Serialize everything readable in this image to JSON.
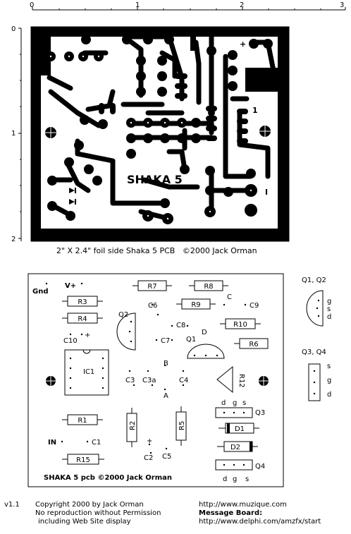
{
  "ruler": {
    "top_ticks": [
      "0",
      "1",
      "2",
      "3"
    ],
    "left_ticks": [
      "0",
      "1",
      "2"
    ]
  },
  "foil": {
    "board_label": "SHAKA 5",
    "mark_1": "1",
    "mark_I": "I",
    "mark_plus": "+",
    "caption": "2\" X 2.4\" foil side Shaka 5 PCB   ©2000 Jack Orman"
  },
  "overlay": {
    "gnd": "Gnd",
    "vplus": "V+",
    "in": "IN",
    "plus_marks": [
      "+",
      "+",
      "+"
    ],
    "title": "SHAKA 5 pcb ©2000 Jack Orman",
    "resistors": {
      "R1": "R1",
      "R2": "R2",
      "R3": "R3",
      "R4": "R4",
      "R5": "R5",
      "R6": "R6",
      "R7": "R7",
      "R8": "R8",
      "R9": "R9",
      "R10": "R10",
      "R12": "R12",
      "R15": "R15"
    },
    "caps": {
      "C1": "C1",
      "C2": "C2",
      "C3": "C3",
      "C3a": "C3a",
      "C4": "C4",
      "C5": "C5",
      "C6": "C6",
      "C7": "C7",
      "C8": "C8",
      "C9": "C9",
      "C10": "C10",
      "C": "C"
    },
    "parts": {
      "IC1": "IC1",
      "Q1": "Q1",
      "Q2": "Q2",
      "Q3": "Q3",
      "Q4": "Q4",
      "D1": "D1",
      "D2": "D2",
      "A": "A",
      "B": "B",
      "D": "D"
    },
    "dgs_top": [
      "d",
      "g",
      "s"
    ],
    "dgs_bottom": [
      "d",
      "g",
      "s"
    ]
  },
  "legend": {
    "q1q2_title": "Q1, Q2",
    "q1q2_pins": [
      "g",
      "s",
      "d"
    ],
    "q3q4_title": "Q3, Q4",
    "q3q4_pins": [
      "s",
      "g",
      "d"
    ]
  },
  "footer": {
    "version": "v1.1",
    "copyright_lines": [
      "Copyright 2000 by Jack Orman",
      "No reproduction without Permission",
      "including Web Site display"
    ],
    "url": "http://www.muzique.com",
    "board_heading": "Message Board:",
    "board_url": "http://www.delphi.com/amzfx/start"
  }
}
